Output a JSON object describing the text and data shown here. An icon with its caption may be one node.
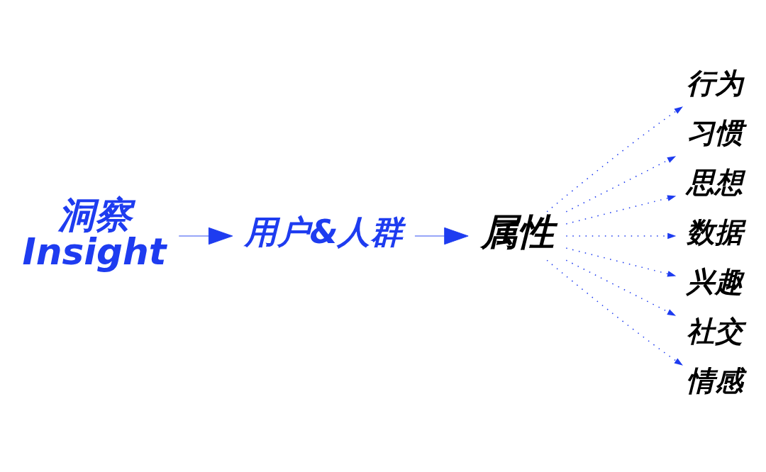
{
  "diagram": {
    "nodes": [
      {
        "text": [
          "洞察",
          "Insight"
        ]
      },
      {
        "text": [
          "用户&人群"
        ]
      },
      {
        "text": [
          "属性"
        ]
      },
      {
        "text": [
          "行为"
        ]
      },
      {
        "text": [
          "习惯"
        ]
      },
      {
        "text": [
          "思想"
        ]
      },
      {
        "text": [
          "数据"
        ]
      },
      {
        "text": [
          "兴趣"
        ]
      },
      {
        "text": [
          "社交"
        ]
      },
      {
        "text": [
          "情感"
        ]
      }
    ],
    "edges": [
      {
        "from": 0,
        "to": 1,
        "arrow": "to"
      },
      {
        "from": 1,
        "to": 2,
        "arrow": "to"
      },
      {
        "from": 2,
        "to": 3,
        "arrow": "to",
        "style": "dashed"
      },
      {
        "from": 2,
        "to": 4,
        "arrow": "to",
        "style": "dashed"
      },
      {
        "from": 2,
        "to": 5,
        "arrow": "to",
        "style": "dashed"
      },
      {
        "from": 2,
        "to": 6,
        "arrow": "to",
        "style": "dashed"
      },
      {
        "from": 2,
        "to": 7,
        "arrow": "to",
        "style": "dashed"
      },
      {
        "from": 2,
        "to": 8,
        "arrow": "to",
        "style": "dashed"
      },
      {
        "from": 2,
        "to": 9,
        "arrow": "to",
        "style": "dashed"
      }
    ]
  }
}
